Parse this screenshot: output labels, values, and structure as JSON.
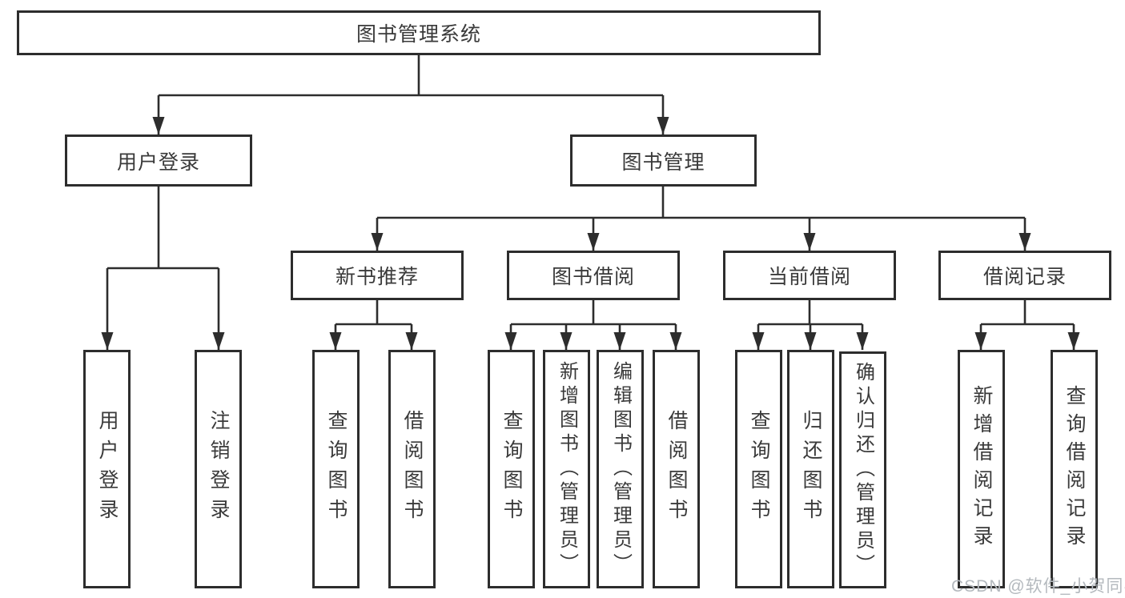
{
  "diagram": {
    "root": "图书管理系统",
    "branches": [
      {
        "label": "用户登录",
        "leaves": [
          "用户登录",
          "注销登录"
        ]
      },
      {
        "label": "图书管理",
        "sections": [
          {
            "label": "新书推荐",
            "leaves": [
              "查询图书",
              "借阅图书"
            ]
          },
          {
            "label": "图书借阅",
            "leaves": [
              "查询图书",
              "新增图书（管理员）",
              "编辑图书（管理员）",
              "借阅图书"
            ]
          },
          {
            "label": "当前借阅",
            "leaves": [
              "查询图书",
              "归还图书",
              "确认归还（管理员）"
            ]
          },
          {
            "label": "借阅记录",
            "leaves": [
              "新增借阅记录",
              "查询借阅记录"
            ]
          }
        ]
      }
    ]
  },
  "watermark": "CSDN @软件_小贺同学",
  "colors": {
    "line": "#2d2d2d",
    "border": "#2d2d2d",
    "text": "#3a3a3a",
    "background": "#ffffff",
    "watermark": "#b4b9be"
  }
}
